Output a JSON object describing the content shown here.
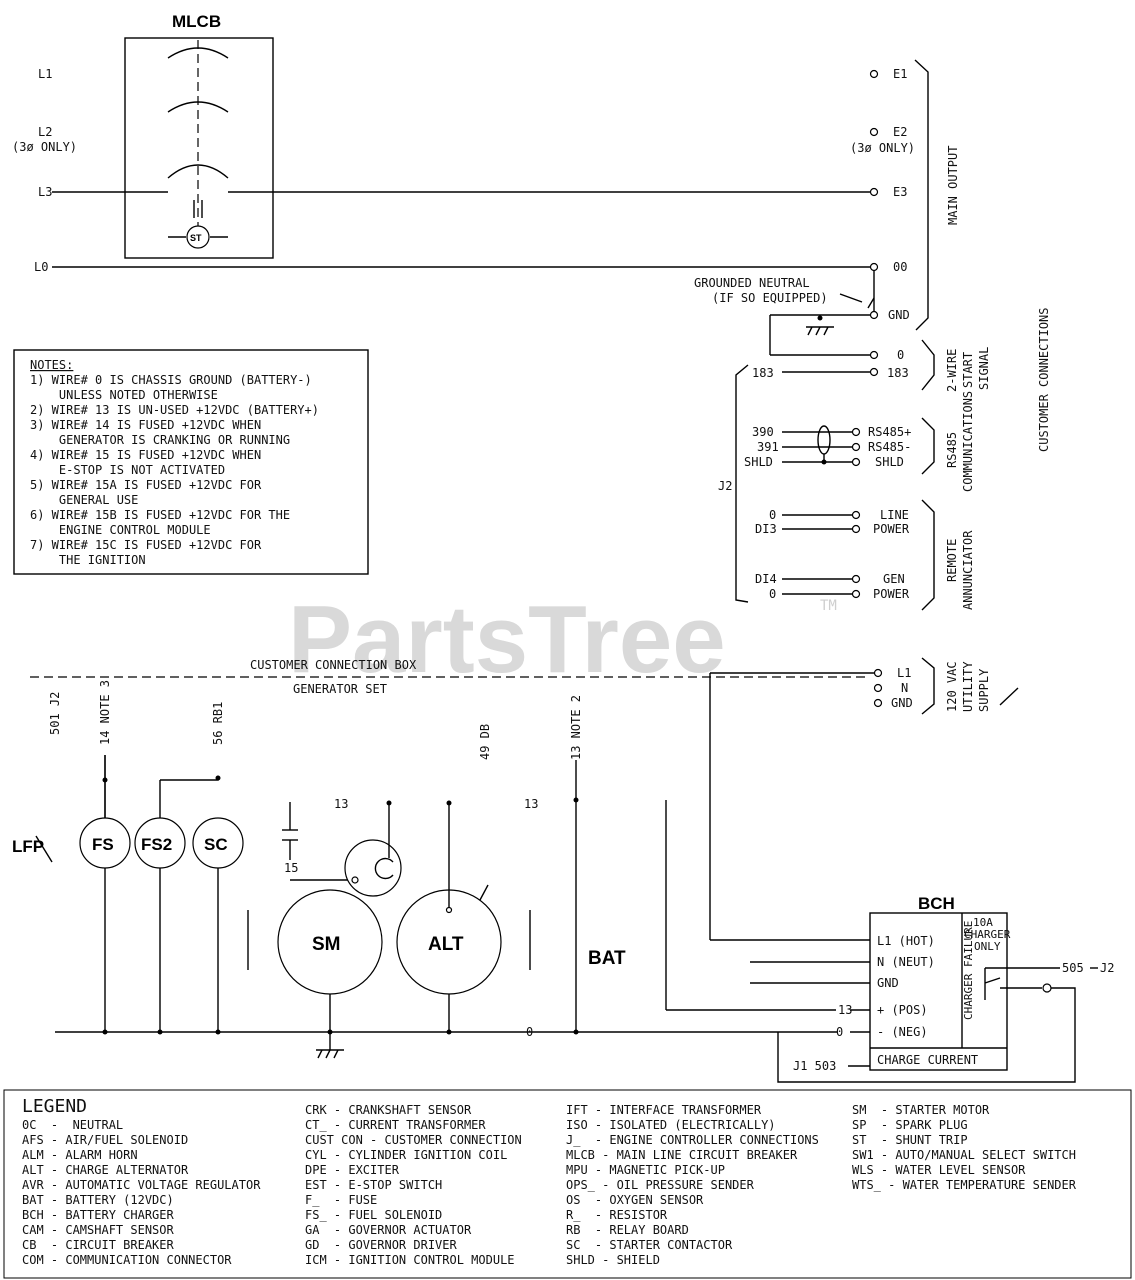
{
  "components": {
    "mlcb": "MLCB",
    "st": "ST",
    "fs": "FS",
    "fs2": "FS2",
    "sc": "SC",
    "sm": "SM",
    "alt": "ALT",
    "bat": "BAT",
    "lfp": "LFP",
    "bch": "BCH"
  },
  "left_terminals": {
    "l1": "L1",
    "l2": "L2",
    "l2_note": "(3ø ONLY)",
    "l3": "L3",
    "l0": "L0"
  },
  "main_output": {
    "title": "MAIN OUTPUT",
    "e1": "E1",
    "e2": "E2",
    "e2_note": "(3ø ONLY)",
    "e3": "E3",
    "l00": "00",
    "gnd": "GND",
    "grounded_neutral_1": "GROUNDED NEUTRAL",
    "grounded_neutral_2": "(IF SO EQUIPPED)"
  },
  "start_signal": {
    "title_1": "2-WIRE",
    "title_2": "START",
    "title_3": "SIGNAL",
    "t0": "0",
    "t183": "183",
    "wire183": "183"
  },
  "rs485": {
    "title_1": "RS485",
    "title_2": "COMMUNICATIONS",
    "w390": "390",
    "w391": "391",
    "wshld": "SHLD",
    "p": "RS485+",
    "m": "RS485-",
    "shld": "SHLD"
  },
  "j2": "J2",
  "annunciator": {
    "title_1": "REMOTE",
    "title_2": "ANNUNCIATOR",
    "w0a": "0",
    "w0b": "DI3",
    "line": "LINE",
    "power1": "POWER",
    "w0c": "DI4",
    "w0d": "0",
    "gen": "GEN",
    "power2": "POWER"
  },
  "customer_connections": "CUSTOMER CONNECTIONS",
  "utility": {
    "title_1": "120 VAC",
    "title_2": "UTILITY",
    "title_3": "SUPPLY",
    "l1": "L1",
    "n": "N",
    "gnd": "GND"
  },
  "notes": {
    "heading": "NOTES:",
    "lines": [
      "1) WIRE# 0 IS CHASSIS GROUND (BATTERY-)",
      "    UNLESS NOTED OTHERWISE",
      "2) WIRE# 13 IS UN-USED +12VDC (BATTERY+)",
      "3) WIRE# 14 IS FUSED +12VDC WHEN",
      "    GENERATOR IS CRANKING OR RUNNING",
      "4) WIRE# 15 IS FUSED +12VDC WHEN",
      "    E-STOP IS NOT ACTIVATED",
      "5) WIRE# 15A IS FUSED +12VDC FOR",
      "    GENERAL USE",
      "6) WIRE# 15B IS FUSED +12VDC FOR THE",
      "    ENGINE CONTROL MODULE",
      "7) WIRE# 15C IS FUSED +12VDC FOR",
      "    THE IGNITION"
    ]
  },
  "boundary": {
    "upper": "CUSTOMER CONNECTION BOX",
    "lower": "GENERATOR SET"
  },
  "wire_labels": {
    "w1": "501 J2",
    "w2": "14 NOTE 3",
    "w3": "56 RB1",
    "w4": "49 DB",
    "w5": "13 NOTE 2",
    "n13a": "13",
    "n13b": "13",
    "n15": "15",
    "n0": "0",
    "n13c": "13",
    "n0b": "0",
    "w505": "505",
    "j2b": "J2",
    "j1": "J1  503"
  },
  "bch": {
    "l1": "L1 (HOT)",
    "n": "N (NEUT)",
    "gnd": "GND",
    "pos": "+ (POS)",
    "neg": "- (NEG)",
    "charge_current": "CHARGE CURRENT",
    "charger_only_1": "10A",
    "charger_only_2": "CHARGER",
    "charger_only_3": "ONLY",
    "failure": "CHARGER FAILURE"
  },
  "watermark": "PartsTree",
  "watermark_tm": "TM",
  "legend": {
    "title": "LEGEND",
    "col1": [
      "0C  -  NEUTRAL",
      "AFS - AIR/FUEL SOLENOID",
      "ALM - ALARM HORN",
      "ALT - CHARGE ALTERNATOR",
      "AVR - AUTOMATIC VOLTAGE REGULATOR",
      "BAT - BATTERY (12VDC)",
      "BCH - BATTERY CHARGER",
      "CAM - CAMSHAFT SENSOR",
      "CB  - CIRCUIT BREAKER",
      "COM - COMMUNICATION CONNECTOR"
    ],
    "col2": [
      "CRK - CRANKSHAFT SENSOR",
      "CT_ - CURRENT TRANSFORMER",
      "CUST CON - CUSTOMER CONNECTION",
      "CYL - CYLINDER IGNITION COIL",
      "DPE - EXCITER",
      "EST - E-STOP SWITCH",
      "F_  - FUSE",
      "FS_ - FUEL SOLENOID",
      "GA  - GOVERNOR ACTUATOR",
      "GD  - GOVERNOR DRIVER",
      "ICM - IGNITION CONTROL MODULE"
    ],
    "col3": [
      "IFT - INTERFACE TRANSFORMER",
      "ISO - ISOLATED (ELECTRICALLY)",
      "J_  - ENGINE CONTROLLER CONNECTIONS",
      "MLCB - MAIN LINE CIRCUIT BREAKER",
      "MPU - MAGNETIC PICK-UP",
      "OPS_ - OIL PRESSURE SENDER",
      "OS  - OXYGEN SENSOR",
      "R_  - RESISTOR",
      "RB  - RELAY BOARD",
      "SC  - STARTER CONTACTOR",
      "SHLD - SHIELD"
    ],
    "col4": [
      "SM  - STARTER MOTOR",
      "SP  - SPARK PLUG",
      "ST  - SHUNT TRIP",
      "SW1 - AUTO/MANUAL SELECT SWITCH",
      "WLS - WATER LEVEL SENSOR",
      "WTS_ - WATER TEMPERATURE SENDER"
    ]
  }
}
